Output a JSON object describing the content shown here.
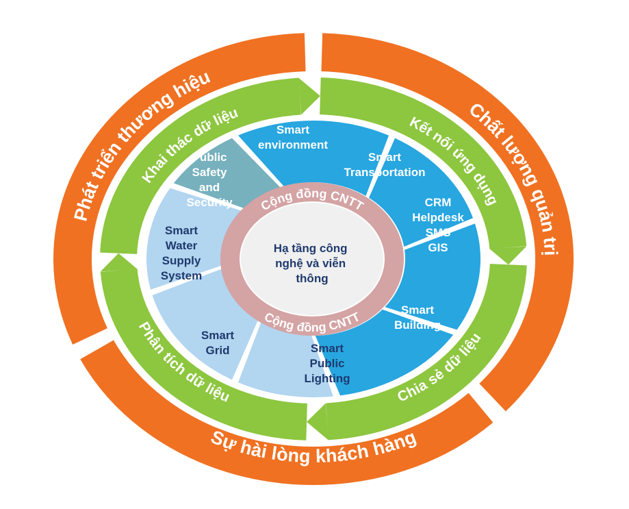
{
  "colors": {
    "outer_ring": "#f07122",
    "middle_ring": "#8dc63f",
    "segment_dark": "#27a6e0",
    "segment_teal": "#76b1bd",
    "segment_light": "#b2d5f0",
    "community_ring": "#d4a3a4",
    "core": "#f0f0f0",
    "dark_text": "#1f3a6e"
  },
  "outer_ring": [
    {
      "label": "Phát triển thương hiệu"
    },
    {
      "label": "Chất lượng quản trị"
    },
    {
      "label": "Sự hài lòng khách hàng"
    }
  ],
  "middle_ring": [
    {
      "label": "Khai thác dữ liệu"
    },
    {
      "label": "Kết nối ứng dụng"
    },
    {
      "label": "Chia sẻ dữ liệu"
    },
    {
      "label": "Phân tích dữ liệu"
    }
  ],
  "segments": [
    {
      "lines": [
        "Smart",
        "environment"
      ]
    },
    {
      "lines": [
        "Smart",
        "Transportation"
      ]
    },
    {
      "lines": [
        "CRM",
        "Helpdesk",
        "SMS",
        "GIS"
      ]
    },
    {
      "lines": [
        "Smart",
        "Building"
      ]
    },
    {
      "lines": [
        "Smart",
        "Public",
        "Lighting"
      ]
    },
    {
      "lines": [
        "Smart",
        "Grid"
      ]
    },
    {
      "lines": [
        "Smart",
        "Water",
        "Supply",
        "System"
      ]
    },
    {
      "lines": [
        "Public",
        "Safety",
        "and",
        "Security"
      ]
    }
  ],
  "community_ring": {
    "top": "Cộng đồng CNTT",
    "bottom": "Cộng đồng CNTT"
  },
  "core": {
    "lines": [
      "Hạ tầng công",
      "nghệ và viễn",
      "thông"
    ]
  }
}
